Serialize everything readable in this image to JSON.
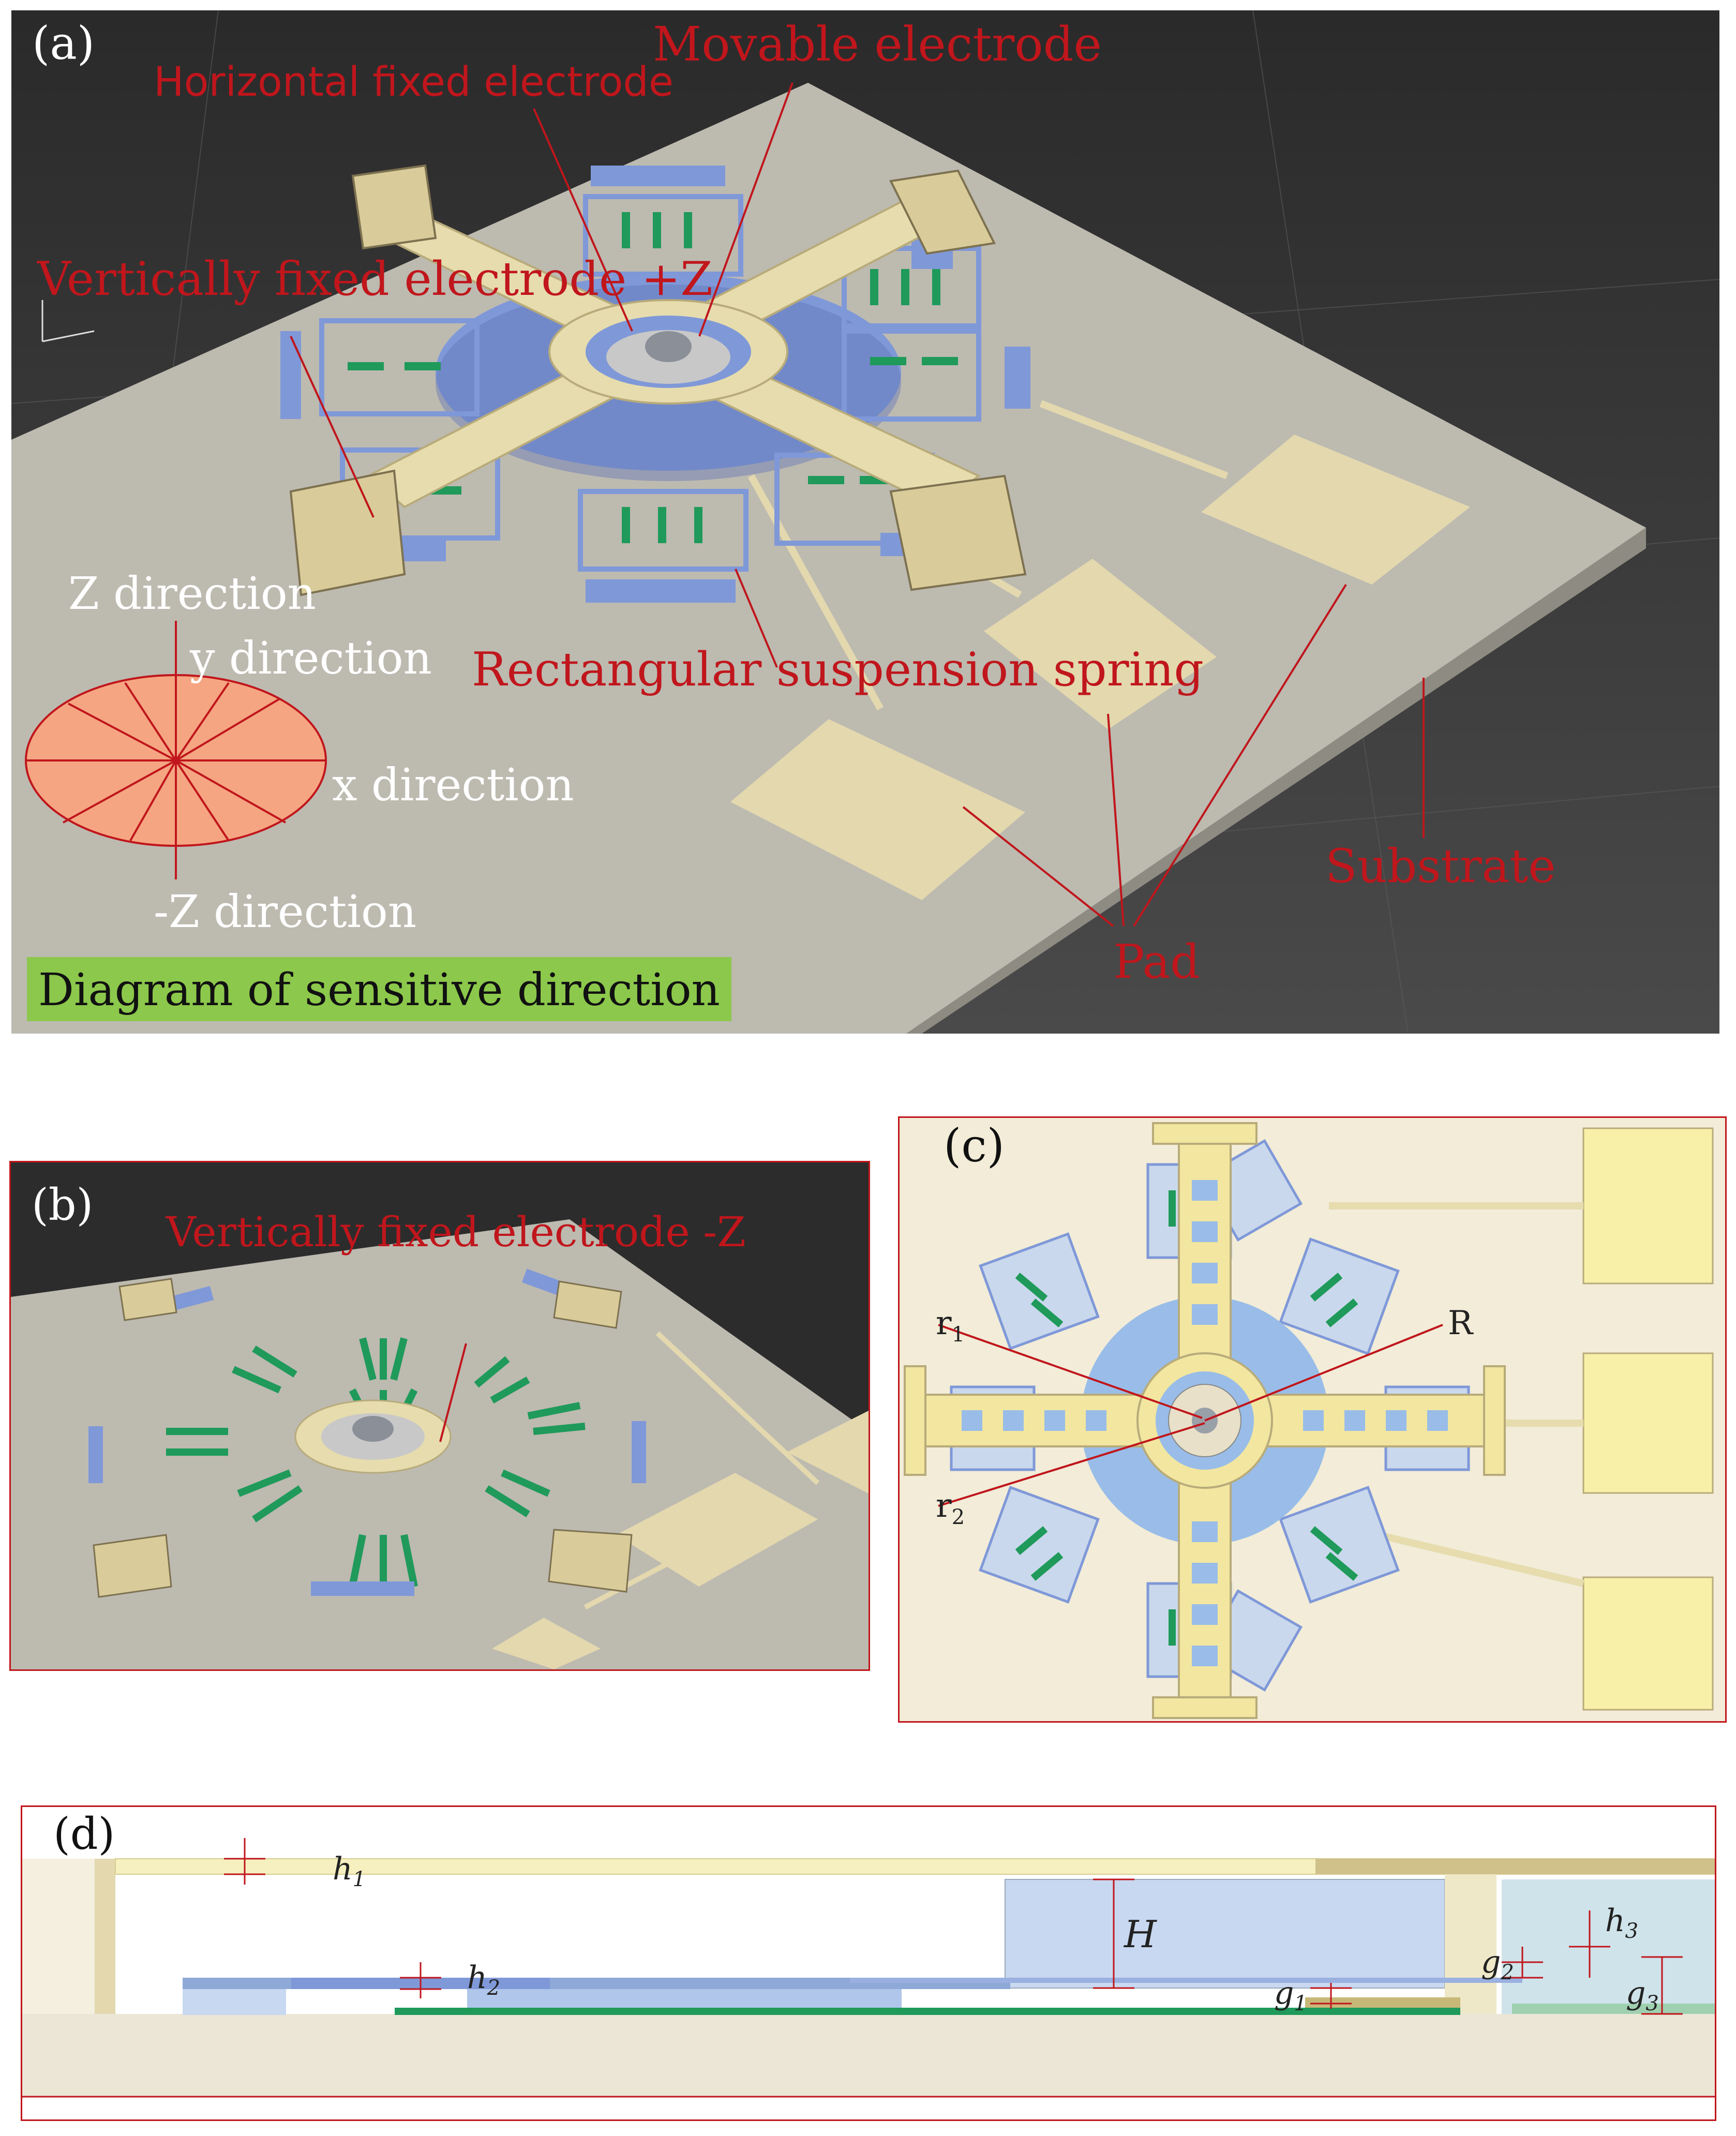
{
  "panel_a": {
    "letter": "(a)",
    "labels": {
      "movable": "Movable electrode",
      "horizontal": "Horizontal fixed electrode",
      "vertical_plus": "Vertically fixed electrode +Z",
      "spring": "Rectangular suspension spring",
      "substrate": "Substrate",
      "pad": "Pad"
    },
    "directions": {
      "z": "Z direction",
      "y": "y direction",
      "x": "x direction",
      "minus_z": "-Z direction"
    },
    "sensitive_caption": "Diagram of sensitive direction"
  },
  "panel_b": {
    "letter": "(b)",
    "label": "Vertically fixed electrode -Z"
  },
  "panel_c": {
    "letter": "(c)",
    "r1": "r",
    "r1_sub": "1",
    "r2": "r",
    "r2_sub": "2",
    "big_r": "R"
  },
  "panel_d": {
    "letter": "(d)",
    "h1": "h",
    "h1_sub": "1",
    "h2": "h",
    "h2_sub": "2",
    "h3": "h",
    "h3_sub": "3",
    "H": "H",
    "g1": "g",
    "g1_sub": "1",
    "g2": "g",
    "g2_sub": "2",
    "g3": "g",
    "g3_sub": "3"
  },
  "colors": {
    "label_red": "#c0161c",
    "anchor_tan": "#e6dcae",
    "electrode_blue": "#7f98d8",
    "electrode_green": "#1f9a5a",
    "substrate_gray": "#b9b6ac",
    "caption_green": "#8cc84b"
  }
}
